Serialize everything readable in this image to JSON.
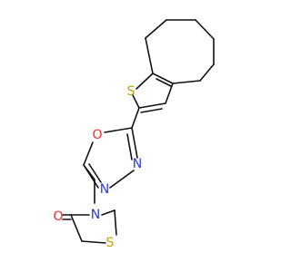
{
  "molecule": {
    "atoms": {
      "S1": {
        "label": "S",
        "color": "#c9a000"
      },
      "O1": {
        "label": "O",
        "color": "#ff2a2a"
      },
      "N1": {
        "label": "N",
        "color": "#2b35ff"
      },
      "N2": {
        "label": "N",
        "color": "#2b35ff"
      },
      "N3": {
        "label": "N",
        "color": "#2b35ff"
      },
      "O2": {
        "label": "O",
        "color": "#ff2a2a"
      },
      "S2": {
        "label": "S",
        "color": "#c9a000"
      }
    }
  }
}
